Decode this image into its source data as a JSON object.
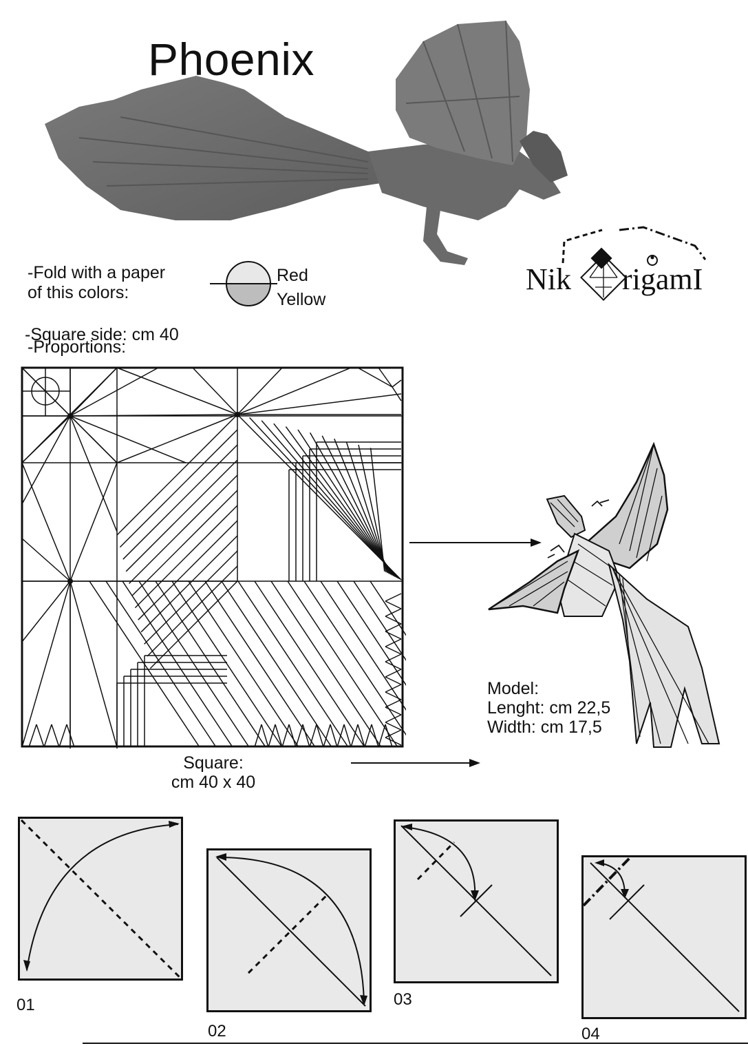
{
  "title": "Phoenix",
  "paper": {
    "line1": "-Fold with a paper",
    "line2": "of this colors:",
    "color_top": "Red",
    "color_bottom": "Yellow",
    "square_side": "-Square side:  cm 40",
    "proportions": "-Proportions:"
  },
  "logo": {
    "left": "Nik",
    "right": "rigamI"
  },
  "square_caption": {
    "line1": "Square:",
    "line2": "cm 40 x 40"
  },
  "model": {
    "heading": "Model:",
    "length": "Lenght: cm 22,5",
    "width": "Width: cm 17,5"
  },
  "steps": [
    {
      "label": "01"
    },
    {
      "label": "02"
    },
    {
      "label": "03"
    },
    {
      "label": "04"
    }
  ],
  "colors": {
    "paper_grey": "#e9e9e9",
    "model_grey": "#6f6f6f",
    "line": "#111111"
  }
}
